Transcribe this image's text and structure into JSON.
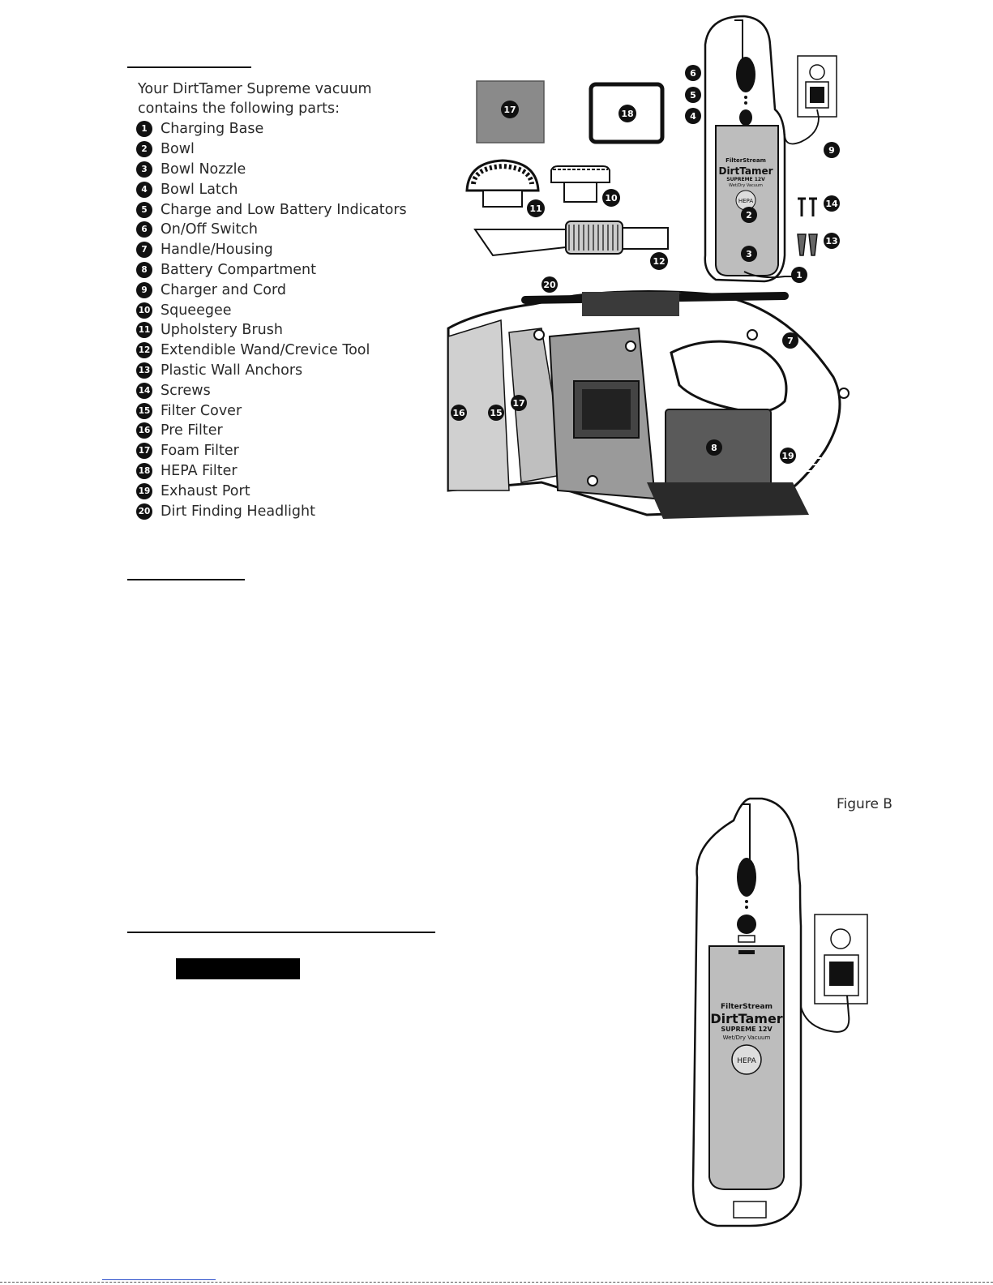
{
  "intro": {
    "line1": "Your DirtTamer Supreme vacuum",
    "line2": "contains the following parts:"
  },
  "parts": [
    {
      "num": "1",
      "label": "Charging Base"
    },
    {
      "num": "2",
      "label": "Bowl"
    },
    {
      "num": "3",
      "label": "Bowl Nozzle"
    },
    {
      "num": "4",
      "label": "Bowl Latch"
    },
    {
      "num": "5",
      "label": "Charge and Low Battery Indicators"
    },
    {
      "num": "6",
      "label": "On/Off Switch"
    },
    {
      "num": "7",
      "label": "Handle/Housing"
    },
    {
      "num": "8",
      "label": "Battery Compartment"
    },
    {
      "num": "9",
      "label": "Charger and Cord"
    },
    {
      "num": "10",
      "label": "Squeegee"
    },
    {
      "num": "11",
      "label": "Upholstery Brush"
    },
    {
      "num": "12",
      "label": "Extendible Wand/Crevice Tool"
    },
    {
      "num": "13",
      "label": "Plastic Wall Anchors"
    },
    {
      "num": "14",
      "label": "Screws"
    },
    {
      "num": "15",
      "label": "Filter Cover"
    },
    {
      "num": "16",
      "label": "Pre Filter"
    },
    {
      "num": "17",
      "label": "Foam Filter"
    },
    {
      "num": "18",
      "label": "HEPA Filter"
    },
    {
      "num": "19",
      "label": "Exhaust Port"
    },
    {
      "num": "20",
      "label": "Dirt Finding Headlight"
    }
  ],
  "diagram": {
    "brand": "FilterStream",
    "model": "DirtTamer",
    "model_sub": "SUPREME 12V",
    "type": "Wet/Dry Vacuum",
    "hepa": "HEPA"
  },
  "figure_b": {
    "label": "Figure B"
  }
}
